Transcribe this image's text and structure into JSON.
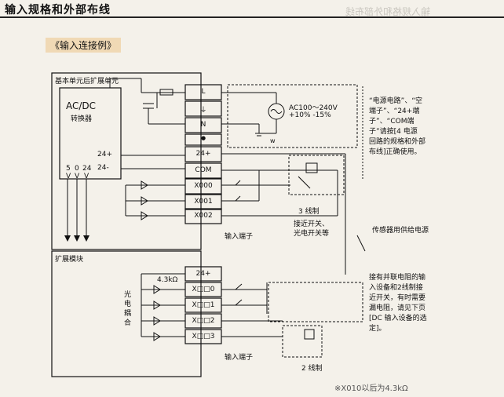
{
  "header": {
    "title": "输入规格和外部布线",
    "mirror_text": "输入规格和外部布线"
  },
  "section": {
    "tag": "《输入连接例》"
  },
  "main_unit": {
    "title": "基本单元后扩展单元",
    "converter": [
      "AC/DC",
      "转换器"
    ],
    "output_labels": [
      "24+",
      "24-"
    ],
    "bottom_labels": [
      "5",
      "V",
      "0",
      "V",
      "24",
      "V"
    ],
    "terminals": [
      "L",
      "⏚",
      "N",
      "●",
      "24+",
      "COM",
      "X000",
      "X001",
      "X002"
    ]
  },
  "power": {
    "line1": "AC100～240V",
    "line2": "+10% -15%",
    "ground": "w"
  },
  "notes": {
    "terminal_note": [
      "“电源电路”、“空",
      "端子”、“24+端",
      "子”、“COM端",
      "子”请按[4 电源",
      "回路的规格和外部",
      "布线]正确使用。"
    ],
    "three_wire": "3 线制",
    "prox_switch": [
      "接近开关、",
      "光电开关等"
    ],
    "input_terminal_1": "输入端子",
    "sensor_power": "传感器用供给电源",
    "parallel_note": [
      "接有并联电阻的输",
      "入设备和2线制接",
      "近开关，有时需要",
      "漏电阻，请见下页",
      "[DC 输入设备的选",
      "定]。"
    ],
    "input_terminal_2": "输入端子",
    "two_wire": "2 线制"
  },
  "expansion": {
    "title": "扩展模块",
    "resistor": "4.3kΩ",
    "coupler": [
      "光",
      "电",
      "耦",
      "合"
    ],
    "terminals": [
      "24+",
      "X□□0",
      "X□□1",
      "X□□2",
      "X□□3"
    ]
  },
  "footer": {
    "caption": "※X010以后为4.3kΩ"
  },
  "colors": {
    "background": "#f4f1ea",
    "tag": "#f0d9b5",
    "line": "#111111"
  }
}
